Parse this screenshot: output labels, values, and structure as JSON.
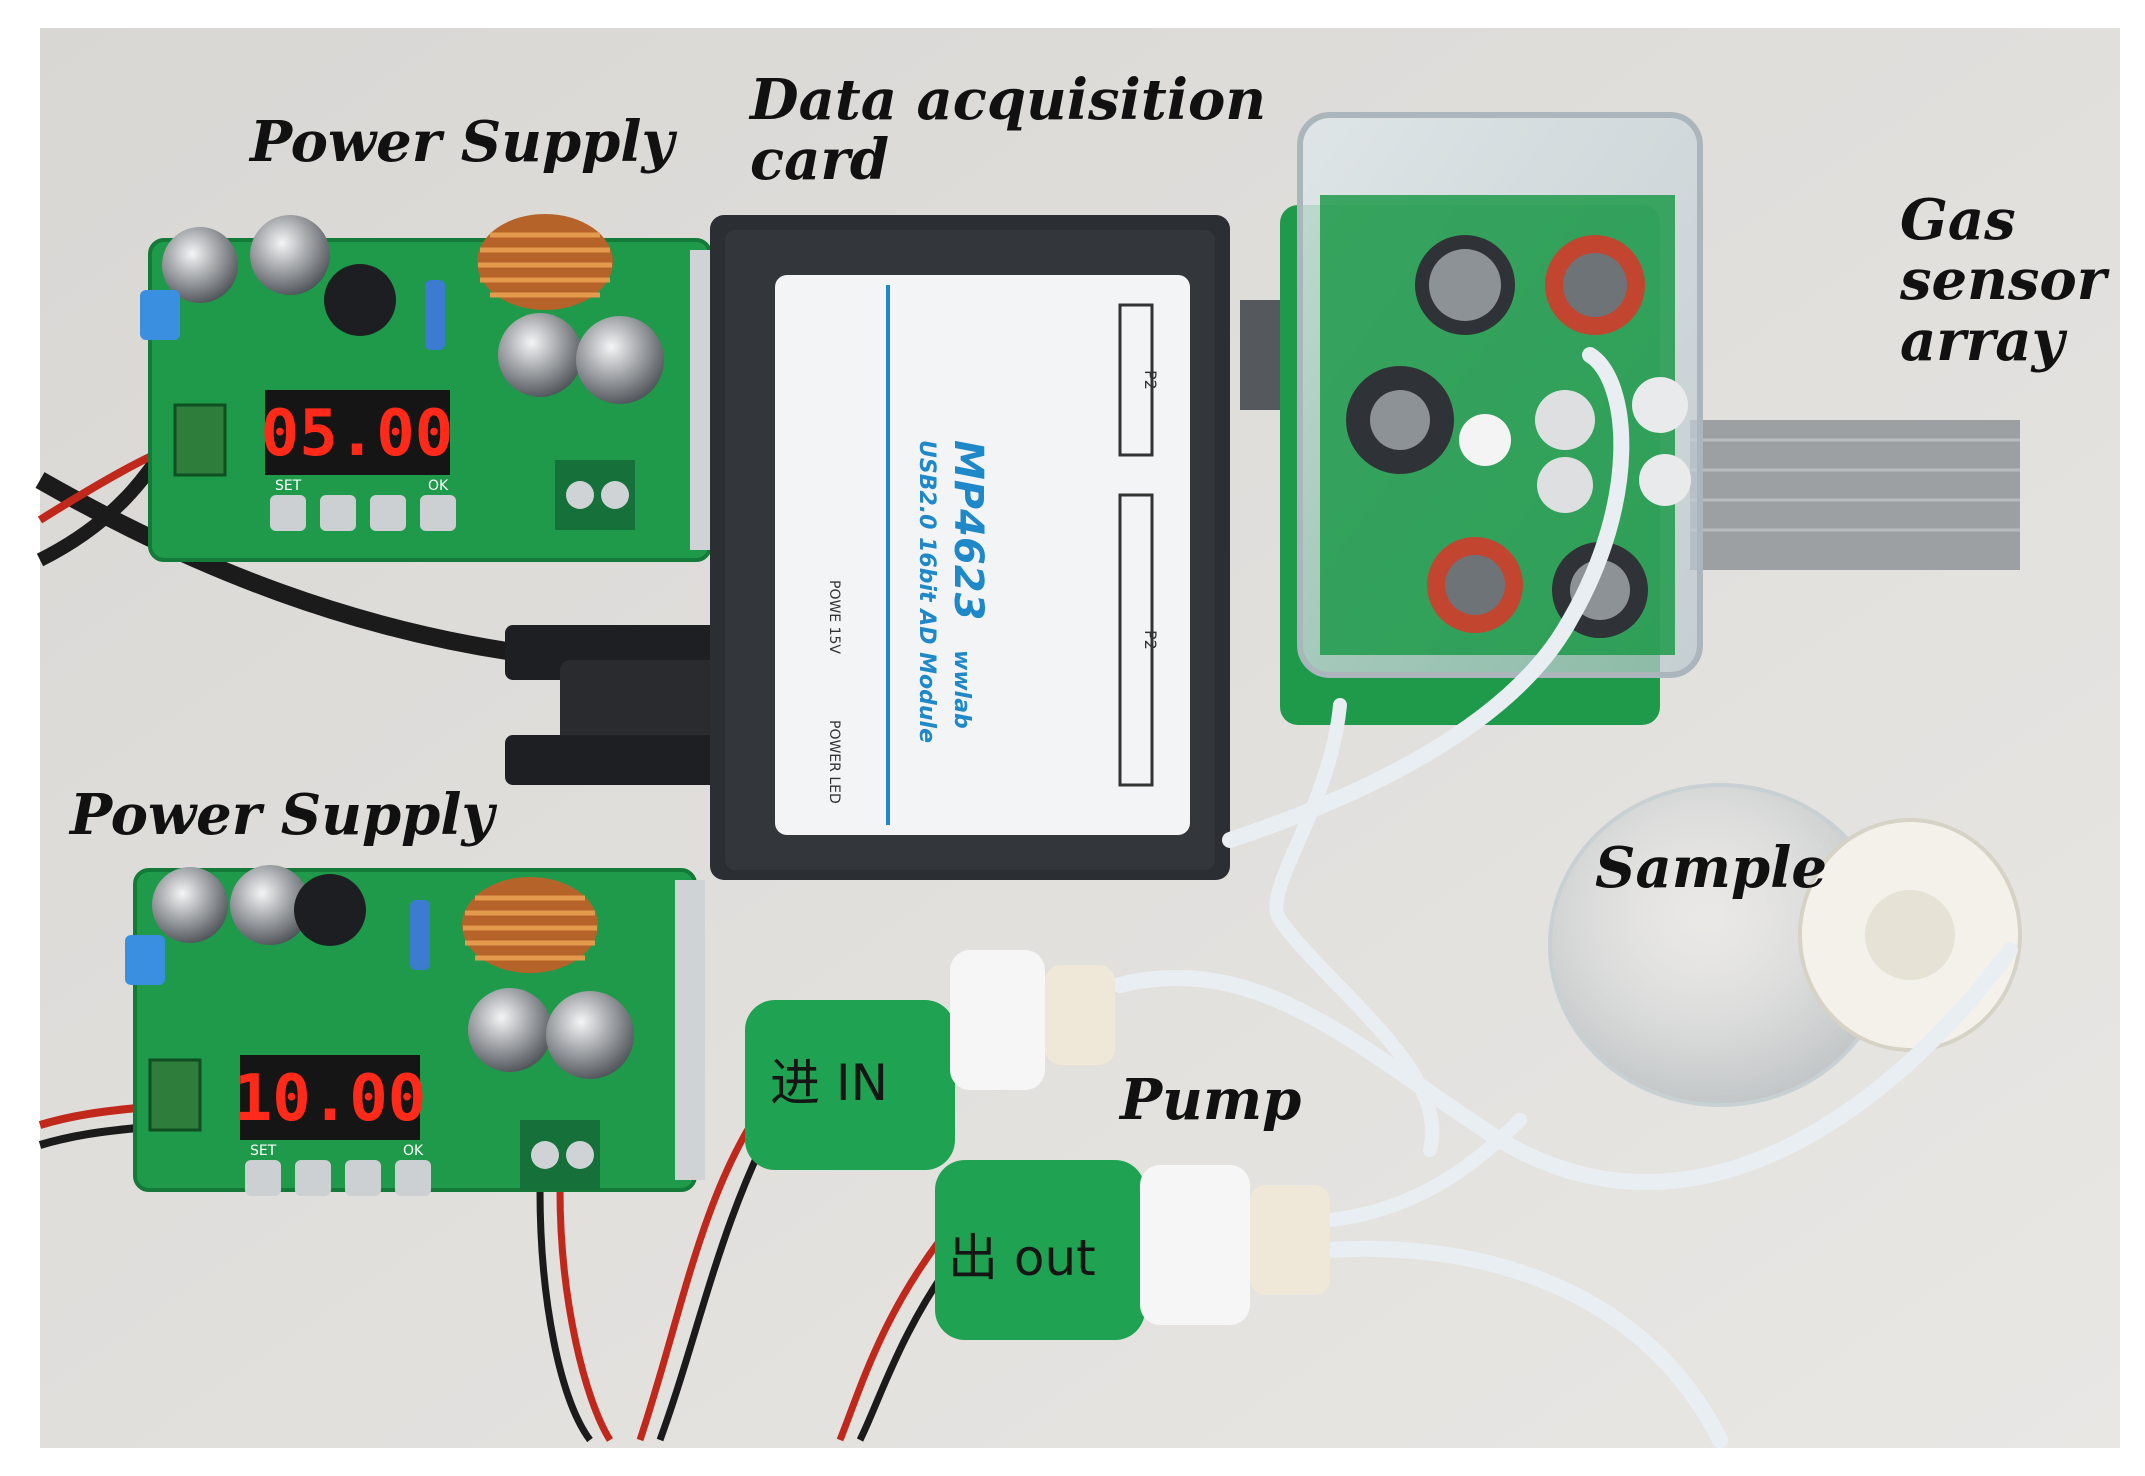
{
  "labels": {
    "power_supply_top": "Power Supply",
    "power_supply_bottom": "Power Supply",
    "daq": "Data acquisition\ncard",
    "gas_sensor": "Gas\nsensor\narray",
    "sample": "Sample",
    "pump": "Pump"
  },
  "displays": {
    "top": "05.00",
    "bottom": "10.00"
  },
  "module": {
    "model": "MP4623",
    "brand": "wwlab",
    "subtitle": "USB2.0 16bit AD Module",
    "port_left": "P2",
    "port_right": "P2",
    "power": "POWE\n15V",
    "led": "POWER\nLED"
  },
  "buttons": {
    "set": "SET",
    "ok": "OK"
  },
  "pump_tags": {
    "in": "进 IN",
    "out": "出 out"
  },
  "colors": {
    "background": "#e4e2df",
    "pcb_green": "#1f9a4a",
    "led_red": "#ff2a1a",
    "module_body": "#2b2e33",
    "module_sticker": "#f2f4f6",
    "module_text_blue": "#1e88c8",
    "pump_green": "#1fa352",
    "tube": "#e9eef2"
  }
}
